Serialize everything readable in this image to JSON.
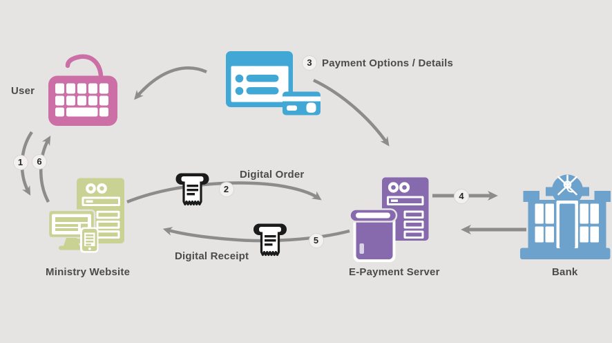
{
  "nodes": {
    "user": {
      "label": "User",
      "color": "#cc6fa6"
    },
    "payment_options": {
      "label": "Payment Options / Details",
      "step": "3",
      "color": "#41a8d6"
    },
    "ministry_website": {
      "label": "Ministry Website",
      "color": "#c9d193"
    },
    "epayment_server": {
      "label": "E-Payment Server",
      "color": "#8769ad"
    },
    "bank": {
      "label": "Bank",
      "color": "#6da2cc"
    }
  },
  "steps": {
    "user_to_ministry": {
      "step": "1"
    },
    "ministry_to_epayment": {
      "step": "2",
      "label": "Digital Order"
    },
    "epayment_to_bank": {
      "step": "4"
    },
    "epayment_to_ministry": {
      "step": "5",
      "label": "Digital Receipt"
    },
    "ministry_to_user": {
      "step": "6"
    }
  },
  "colors": {
    "background": "#e6e4e2",
    "arrow": "#8c8c8c",
    "label_text": "#4b4b4b",
    "receipt_icon": "#1b1b1b",
    "badge_background": "#f3f1ef",
    "badge_border": "#d8d5d2"
  }
}
